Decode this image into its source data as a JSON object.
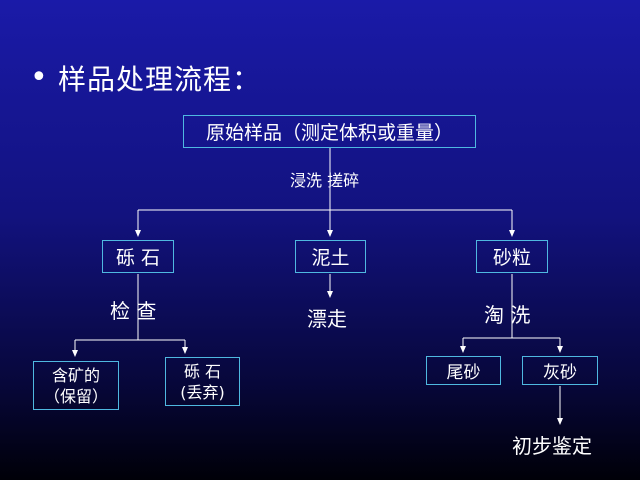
{
  "title": "样品处理流程：",
  "nodes": {
    "root": "原始样品（测定体积或重量）",
    "gravel": "砾 石",
    "mud": "泥土",
    "sand": "砂粒",
    "ore": "含矿的\n（保留）",
    "discard": "砾 石\n(丢弃)",
    "tail": "尾砂",
    "ash": "灰砂"
  },
  "labels": {
    "soak": "浸洗 搓碎",
    "inspect": "检 查",
    "drift": "漂走",
    "pan": "淘 洗",
    "identify": "初步鉴定"
  }
}
